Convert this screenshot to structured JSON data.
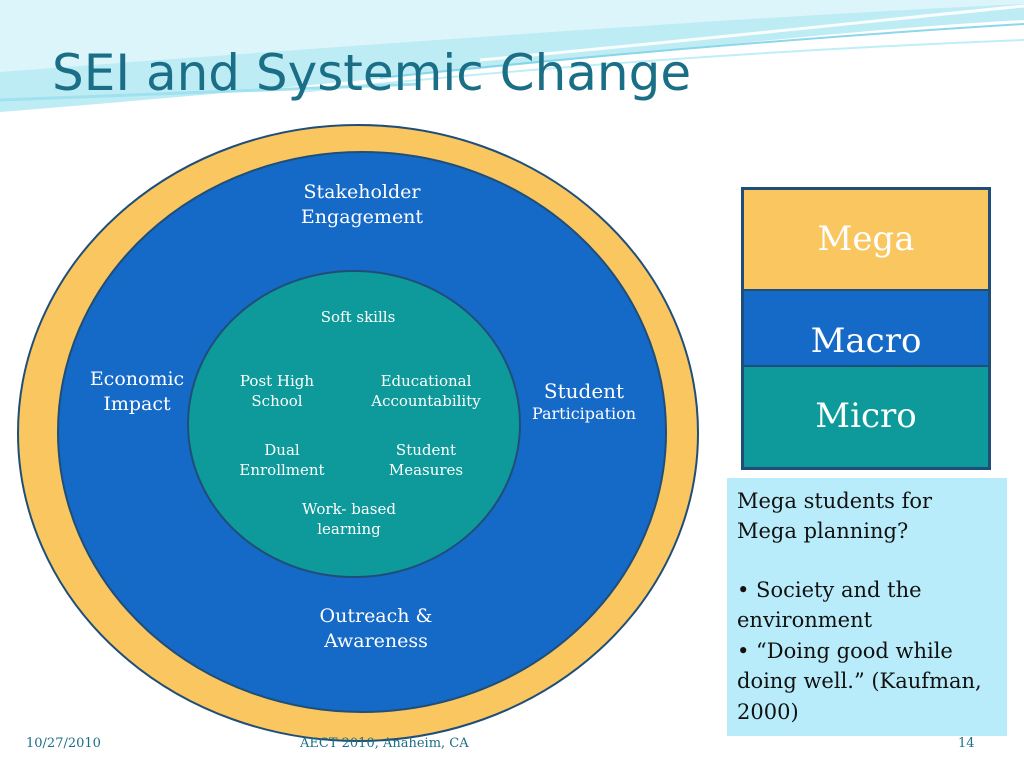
{
  "slide": {
    "title": "SEI and Systemic Change"
  },
  "diagram": {
    "outer_ring_label_top": "Stakeholder\nEngagement",
    "outer_ring_label_left": "Economic\nImpact",
    "outer_ring_label_right_main": "Student",
    "outer_ring_label_right_sub": "Participation",
    "outer_ring_label_bottom": "Outreach &\nAwareness",
    "inner_items": {
      "soft_skills": "Soft skills",
      "post_high_school": "Post High\nSchool",
      "educational_accountability": "Educational\nAccountability",
      "dual_enrollment": "Dual\nEnrollment",
      "student_measures": "Student\nMeasures",
      "work_based_learning": "Work- based\nlearning"
    }
  },
  "levels": {
    "mega": "Mega",
    "macro": "Macro",
    "micro": "Micro"
  },
  "note": {
    "question": "Mega students for Mega planning?",
    "bullets": [
      "• Society and the environment",
      "• “Doing good while doing well.” (Kaufman, 2000)"
    ]
  },
  "footer": {
    "date": "10/27/2010",
    "event": "AECT 2010, Anaheim, CA",
    "page_number": "14"
  },
  "colors": {
    "title": "#1a6e86",
    "outer_ring": "#f9c660",
    "middle_ring": "#1569c7",
    "inner_circle": "#0e9a9a",
    "ring_stroke": "#1f4e79",
    "note_background": "#b9ecfa"
  }
}
